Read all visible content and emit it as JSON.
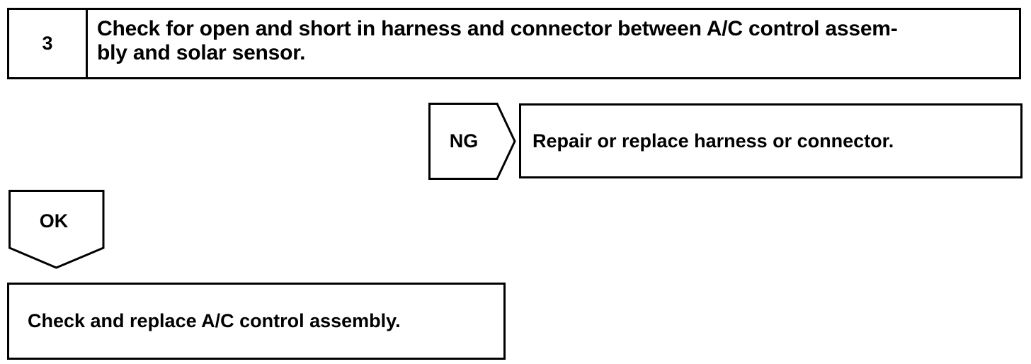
{
  "step": {
    "number": "3",
    "line1": "Check for open and short in harness and connector between A/C control assem-",
    "line2": "bly and solar sensor."
  },
  "ng": {
    "label": "NG",
    "action": "Repair or replace harness or connector."
  },
  "ok": {
    "label": "OK",
    "action": "Check and replace A/C control assembly."
  }
}
